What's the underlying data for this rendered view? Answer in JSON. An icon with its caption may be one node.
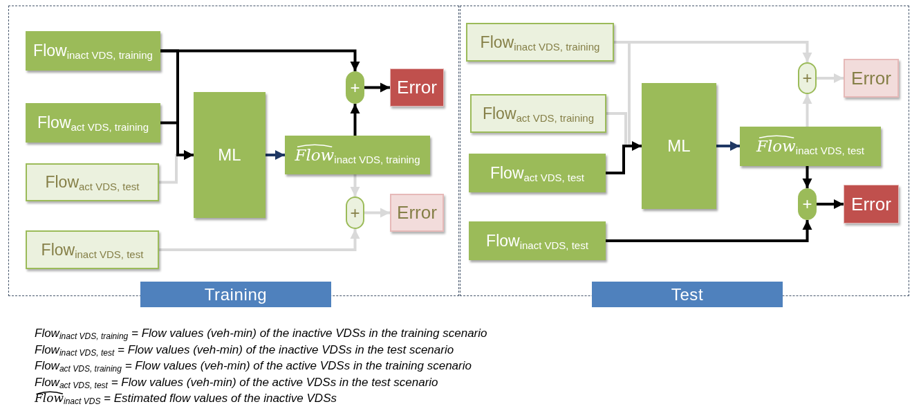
{
  "diagram": {
    "nodes": [
      {
        "text": [
          "Training"
        ]
      },
      {
        "text": [
          "Flow$_{inact VDS, training}$"
        ],
        "in": 0
      },
      {
        "text": [
          "Flow$_{act VDS, training}$"
        ],
        "in": 0
      },
      {
        "text": [
          "Flow$_{act VDS, test}$"
        ],
        "in": 0
      },
      {
        "text": [
          "Flow$_{inact VDS, test}$"
        ],
        "in": 0
      },
      {
        "text": [
          "ML"
        ],
        "in": 0
      },
      {
        "text": [
          "Flow$_{inact VDS, training}$"
        ],
        "in": 0
      },
      {
        "text": [
          "+"
        ],
        "in": 0
      },
      {
        "text": [
          "Error"
        ],
        "in": 0
      },
      {
        "text": [
          "+"
        ],
        "in": 0
      },
      {
        "text": [
          "Error"
        ],
        "in": 0
      },
      {
        "text": [
          "Test"
        ]
      },
      {
        "text": [
          "Flow$_{inact VDS, training}$"
        ],
        "in": 11
      },
      {
        "text": [
          "Flow$_{act VDS, training}$"
        ],
        "in": 11
      },
      {
        "text": [
          "Flow$_{act VDS, test}$"
        ],
        "in": 11
      },
      {
        "text": [
          "Flow$_{inact VDS, test}$"
        ],
        "in": 11
      },
      {
        "text": [
          "ML"
        ],
        "in": 11
      },
      {
        "text": [
          "Flow$_{inact VDS, test}$"
        ],
        "in": 11
      },
      {
        "text": [
          "+"
        ],
        "in": 11
      },
      {
        "text": [
          "Error"
        ],
        "in": 11
      },
      {
        "text": [
          "+"
        ],
        "in": 11
      },
      {
        "text": [
          "Error"
        ],
        "in": 11
      }
    ],
    "edges": [
      {
        "from": 1,
        "to": 7,
        "arrow": "to"
      },
      {
        "from": 1,
        "to": 5,
        "arrow": "to"
      },
      {
        "from": 2,
        "to": 5,
        "arrow": "to"
      },
      {
        "from": 3,
        "to": 5,
        "arrow": "to",
        "color": "#d9d9d9"
      },
      {
        "from": 5,
        "to": 6,
        "arrow": "to",
        "color": "#1f3864"
      },
      {
        "from": 6,
        "to": 7,
        "arrow": "to"
      },
      {
        "from": 7,
        "to": 8,
        "arrow": "to"
      },
      {
        "from": 6,
        "to": 9,
        "arrow": "to",
        "color": "#d9d9d9"
      },
      {
        "from": 4,
        "to": 9,
        "arrow": "to",
        "color": "#d9d9d9"
      },
      {
        "from": 9,
        "to": 10,
        "arrow": "to",
        "color": "#d9d9d9"
      },
      {
        "from": 12,
        "to": 18,
        "arrow": "to",
        "color": "#d9d9d9"
      },
      {
        "from": 12,
        "to": 16,
        "arrow": "to",
        "color": "#d9d9d9"
      },
      {
        "from": 13,
        "to": 16,
        "arrow": "to",
        "color": "#d9d9d9"
      },
      {
        "from": 14,
        "to": 16,
        "arrow": "to"
      },
      {
        "from": 16,
        "to": 17,
        "arrow": "to",
        "color": "#1f3864"
      },
      {
        "from": 17,
        "to": 18,
        "arrow": "to",
        "color": "#d9d9d9"
      },
      {
        "from": 18,
        "to": 19,
        "arrow": "to",
        "color": "#d9d9d9"
      },
      {
        "from": 17,
        "to": 20,
        "arrow": "to"
      },
      {
        "from": 15,
        "to": 20,
        "arrow": "to"
      },
      {
        "from": 20,
        "to": 21,
        "arrow": "to"
      }
    ],
    "labels": [
      "Flow$_{inact VDS, training}$ = Flow values (veh-min) of the inactive VDSs in the training scenario",
      "Flow$_{inact VDS, test}$ = Flow values (veh-min) of the inactive VDSs in the test scenario",
      "Flow$_{act VDS, training}$ = Flow values (veh-min) of the active VDSs in the training scenario",
      "Flow$_{act VDS, test}$ = Flow values (veh-min) of the active VDSs in the test scenario",
      "Flow$_{inact VDS}$ = Estimated flow values of the inactive VDSs"
    ]
  }
}
